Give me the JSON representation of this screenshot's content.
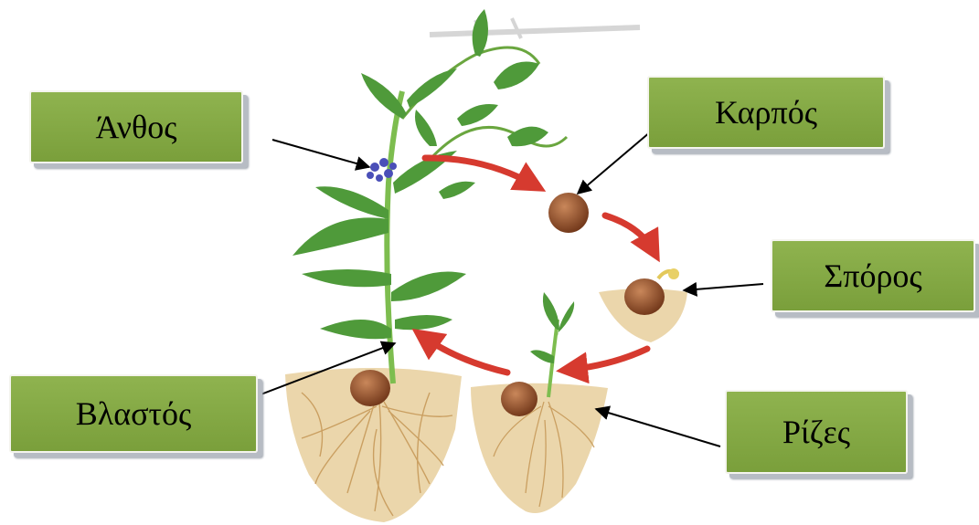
{
  "labels": {
    "flower": "Άνθος",
    "fruit": "Καρπός",
    "seed": "Σπόρος",
    "stem": "Βλαστός",
    "roots": "Ρίζες"
  },
  "colors": {
    "label_fill": "#8fb34f",
    "cycle_arrow": "#d63a2f",
    "leaf": "#4f9a3a",
    "soil": "#e9d3a8",
    "seed": "#8a4a2a",
    "flower": "#4a4fb8"
  }
}
